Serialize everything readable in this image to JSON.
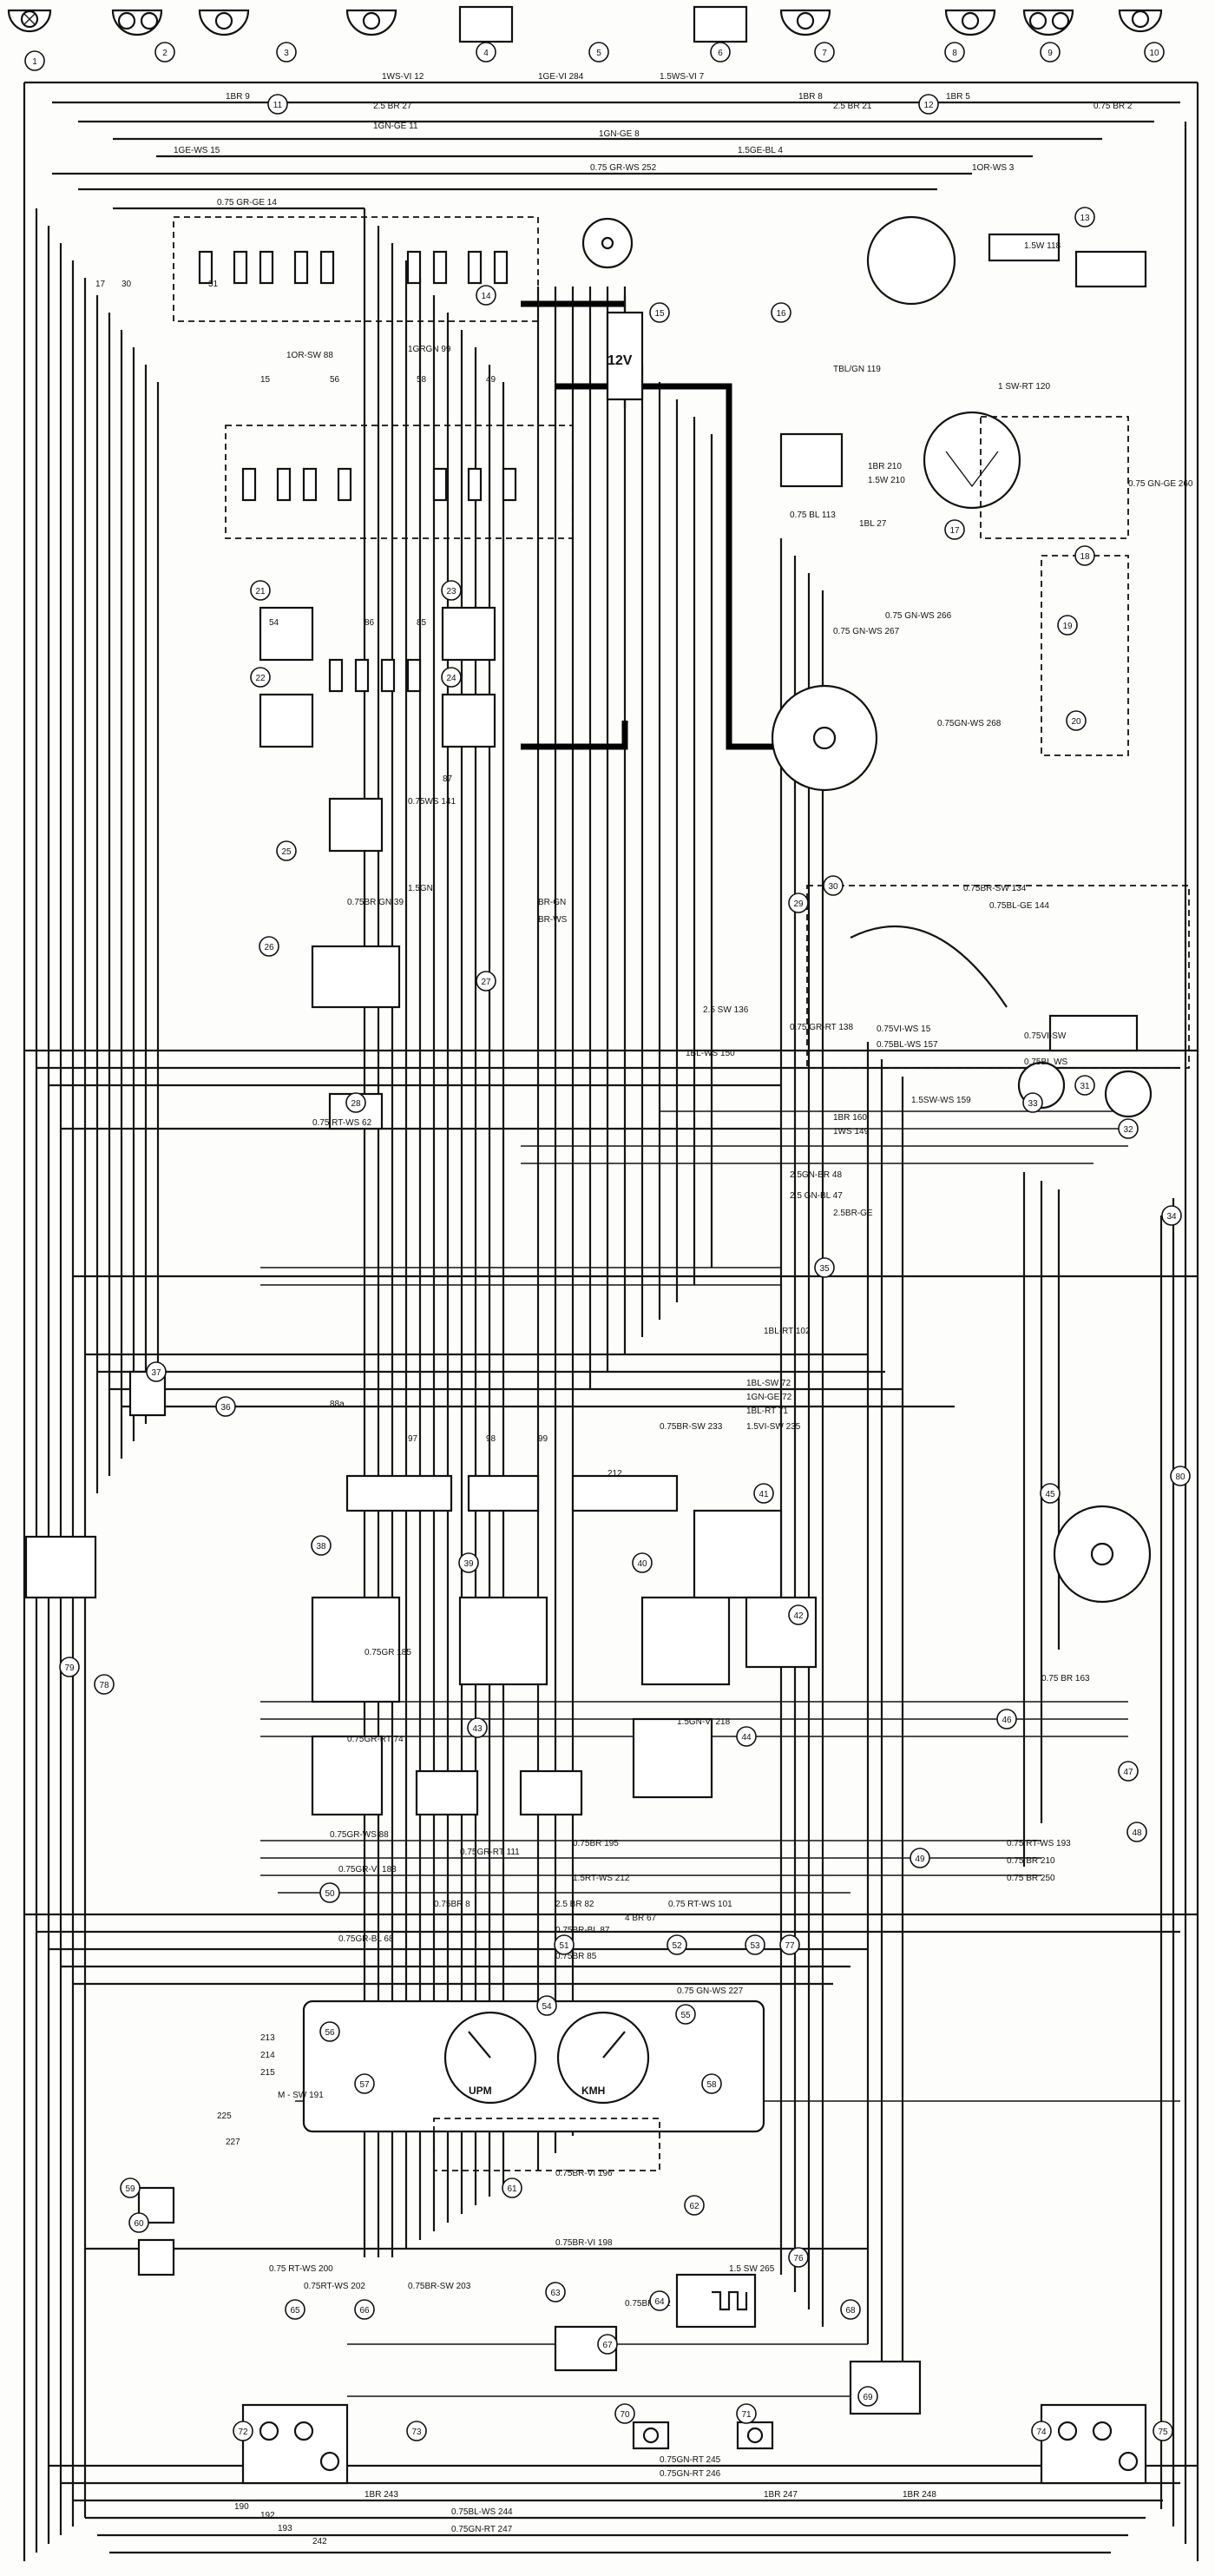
{
  "diagram": {
    "battery_label": "12V",
    "gauges": {
      "rpm": "UPM",
      "speed": "KMH"
    },
    "wire_labels": {
      "top_center": "1GE-VI 284",
      "top_ws": "1WS-VI 12",
      "top_ws_right": "1.5WS-VI 7",
      "br_left": "1BR 9",
      "br_mid_left": "2.5 BR 27",
      "br_mid_right": "2.5 BR 21",
      "br_right_a": "1BR 8",
      "br_right_b": "1BR 5",
      "br_far_right": "0.75 BR 2",
      "ign_ge_11": "1GN-GE 11",
      "ign_ge_8": "1GN-GE 8",
      "ge_ws_15": "1GE-WS 15",
      "ge_ws_4": "1.5GE-BL 4",
      "gr_ws_252": "0.75 GR-WS 252",
      "or_ws_3": "1OR-WS 3",
      "gr_ge_14": "0.75 GR-GE 14",
      "or_sw_88": "1OR-SW 88",
      "gn_99": "1GRGN 99",
      "sw_118": "1.5W 118",
      "sw_rt_120": "1 SW-RT 120",
      "tb_gn_119": "TBL/GN 119",
      "br_210": "1BR 210",
      "sw_210": "1.5W 210",
      "bl_113": "0.75 BL 113",
      "bl_27": "1BL 27",
      "gn_ws_266": "0.75 GN-WS 266",
      "gn_ws_267": "0.75 GN-WS 267",
      "gn_ws_268": "0.75GN-WS 268",
      "gn_ge_260": "0.75 GN-GE 260",
      "ws_mid": "0.75WS 141",
      "gn_39": "1.5GN",
      "gn_39b": "0.75BR GN 39",
      "br_gn": "BR-GN",
      "br_ws": "BR-WS",
      "sw_136": "2.5 SW 136",
      "gr_rt_138": "0.75 GR-RT 138",
      "bl_ws_150": "1BL-WS 150",
      "br_sw_134": "0.75BR-SW 134",
      "bl_ge_144": "0.75BL-GE 144",
      "vi_ws_15": "0.75VI-WS 15",
      "bl_ws_157": "0.75BL-WS 157",
      "vi_sw": "0.75VI-SW",
      "bl_ws": "0.75BL WS",
      "sw_ws_159": "1.5SW-WS 159",
      "br_160": "1BR 160",
      "ws_149": "1WS 149",
      "gn_br_48": "2.5GN-BR 48",
      "gn_bl_47": "2.5 GN-BL 47",
      "br_ge": "2.5BR-GE",
      "rt_ws_62": "0.75 RT-WS 62",
      "bl_102": "1BL-RT 102",
      "bl_sw_72": "1BL-SW 72",
      "ign_ge_72": "1GN-GE 72",
      "bl_rt_71": "1BL-RT 71",
      "br_sw_233": "0.75BR-SW 233",
      "vi_sw_235": "1.5VI-SW 235",
      "gr_185": "0.75GR 185",
      "gr_rt_74": "0.75GR-RT 74",
      "gr_ws_88": "0.75GR-WS 88",
      "gn_vi_218": "1.5GN-VI 218",
      "rt_ws_193": "0.75 RT-WS 193",
      "br_210b": "0.75 BR 210",
      "br_250": "0.75 BR 250",
      "br_163": "0.75 BR 163",
      "br_195": "0.75BR 195",
      "rt_ws_212": "1.5RT-WS 212",
      "gr_vi_183": "0.75GR-VI 183",
      "gr_rt_111": "0.75GR-RT 111",
      "br_8": "0.75BR 8",
      "br_82": "2.5 BR 82",
      "rt_ws_101": "0.75 RT-WS 101",
      "gr_bl_68": "0.75GR-BL 68",
      "br_bl_87": "0.75BR-BL 87",
      "br_67": "4 BR 67",
      "br_85": "0.75BR 85",
      "gn_ws_227": "0.75 GN-WS 227",
      "m_sw_191": "M - SW 191",
      "br_196": "0.75BR-VI 196",
      "br_vi_198": "0.75BR-VI 198",
      "sw_265": "1.5 SW 265",
      "rt_ws_200": "0.75 RT-WS 200",
      "rt_ws_202": "0.75RT-WS 202",
      "br_sw_203": "0.75BR-SW 203",
      "br_202": "0.75BR 202",
      "gn_rt_245": "0.75GN-RT 245",
      "gn_rt_246": "0.75GN-RT 246",
      "br_247": "1BR 247",
      "br_243": "1BR 243",
      "br_248": "1BR 248",
      "gn_rt_247": "0.75GN-RT 247",
      "bl_ws_244": "0.75BL-WS 244"
    },
    "component_numbers": [
      "1",
      "2",
      "3",
      "4",
      "5",
      "6",
      "7",
      "8",
      "9",
      "10",
      "11",
      "12",
      "13",
      "14",
      "15",
      "16",
      "17",
      "18",
      "19",
      "20",
      "21",
      "22",
      "23",
      "24",
      "25",
      "26",
      "27",
      "28",
      "29",
      "30",
      "31",
      "32",
      "33",
      "34",
      "35",
      "36",
      "37",
      "38",
      "39",
      "40",
      "41",
      "42",
      "43",
      "44",
      "45",
      "46",
      "47",
      "48",
      "49",
      "50",
      "51",
      "52",
      "53",
      "54",
      "55",
      "56",
      "57",
      "58",
      "59",
      "60",
      "61",
      "62",
      "63",
      "64",
      "65",
      "66",
      "67",
      "68",
      "69",
      "70",
      "71",
      "72",
      "73",
      "74",
      "75",
      "76",
      "77",
      "78",
      "79",
      "80"
    ],
    "terminal_numbers": [
      "17",
      "30",
      "31",
      "15",
      "56",
      "58",
      "49",
      "54",
      "86",
      "85",
      "87",
      "88a",
      "97",
      "98",
      "99",
      "212",
      "213",
      "214",
      "215",
      "225",
      "227",
      "190",
      "192",
      "193",
      "242"
    ]
  }
}
